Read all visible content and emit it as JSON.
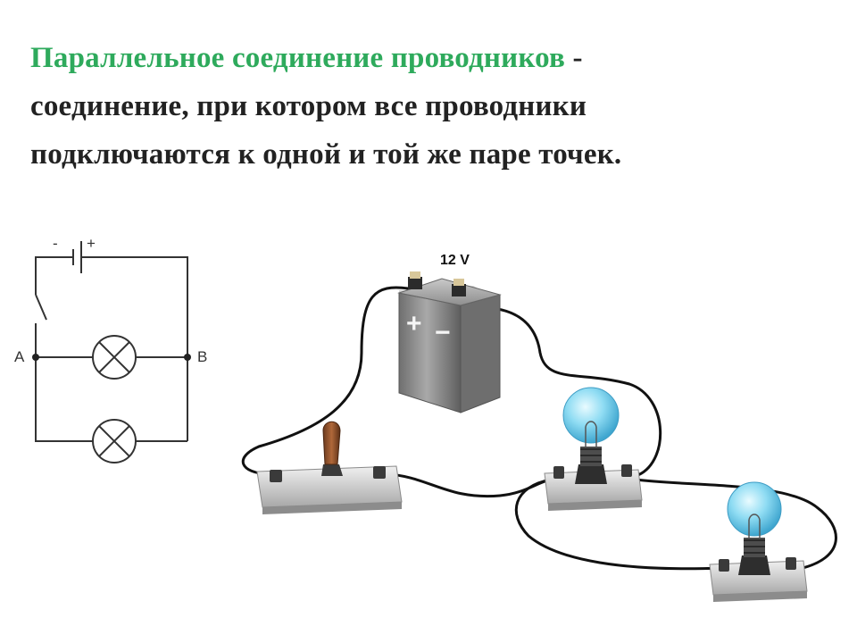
{
  "heading": {
    "term": "Параллельное соединение проводников",
    "separator": " -",
    "line2": "соединение, при котором все проводники",
    "line3": "подключаются к одной и той же паре точек."
  },
  "schematic": {
    "minus": "-",
    "plus": "+",
    "point_a": "A",
    "point_b": "B"
  },
  "battery": {
    "voltage": "12 V",
    "plus_sign": "+",
    "minus_sign": "−"
  },
  "colors": {
    "term": "#2eaa5c",
    "text": "#222222",
    "wire": "#111111",
    "bulb": "#7fd6f0",
    "battery": "#8c8c8c"
  }
}
